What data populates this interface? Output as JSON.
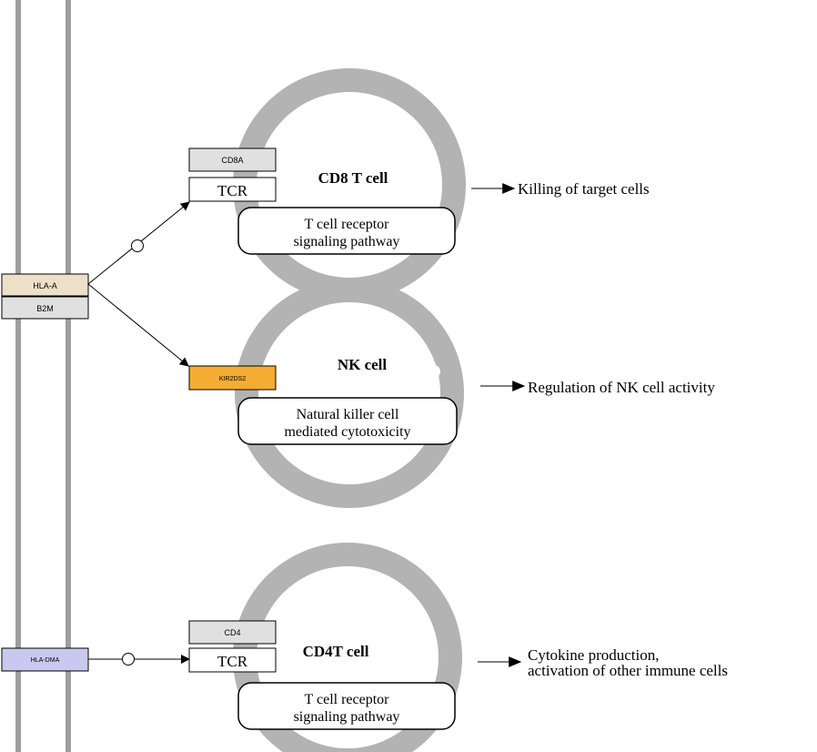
{
  "colors": {
    "membrane": "#9e9e9e",
    "cell_body": "#b3b3b3",
    "hla_a": "#ede0c9",
    "b2m": "#e0e0e0",
    "cd8a": "#e0e0e0",
    "cd4": "#e0e0e0",
    "kir2ds2": "#f5ac32",
    "hla_dma": "#c9c8ee",
    "tcr": "#ffffff"
  },
  "genes": {
    "hla_a": "HLA-A",
    "b2m": "B2M",
    "cd8a": "CD8A",
    "kir2ds2": "KIR2DS2",
    "cd4": "CD4",
    "hla_dma": "HLA-DMA"
  },
  "cells": {
    "cd8": {
      "title": "CD8 T cell",
      "receptor": "TCR",
      "pathway_line1": "T cell receptor",
      "pathway_line2": "signaling pathway",
      "outcome": "Killing of target cells"
    },
    "nk": {
      "title": "NK cell",
      "pathway_line1": "Natural killer cell",
      "pathway_line2": "mediated cytotoxicity",
      "outcome": "Regulation of NK cell activity"
    },
    "cd4": {
      "title": "CD4T cell",
      "receptor": "TCR",
      "pathway_line1": "T cell receptor",
      "pathway_line2": "signaling pathway",
      "outcome_line1": "Cytokine production,",
      "outcome_line2": "activation of other immune cells"
    }
  }
}
